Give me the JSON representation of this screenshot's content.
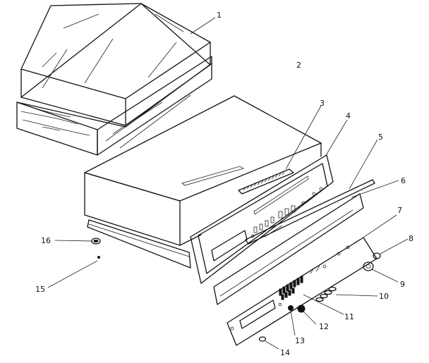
{
  "parts": [
    {
      "id": "1",
      "label": "1"
    },
    {
      "id": "2",
      "label": "2"
    },
    {
      "id": "3",
      "label": "3"
    },
    {
      "id": "4",
      "label": "4"
    },
    {
      "id": "5",
      "label": "5"
    },
    {
      "id": "6",
      "label": "6"
    },
    {
      "id": "7",
      "label": "7"
    },
    {
      "id": "8",
      "label": "8"
    },
    {
      "id": "9",
      "label": "9"
    },
    {
      "id": "10",
      "label": "10"
    },
    {
      "id": "11",
      "label": "11"
    },
    {
      "id": "12",
      "label": "12"
    },
    {
      "id": "13",
      "label": "13"
    },
    {
      "id": "14",
      "label": "14"
    },
    {
      "id": "15",
      "label": "15"
    },
    {
      "id": "16",
      "label": "16"
    }
  ]
}
